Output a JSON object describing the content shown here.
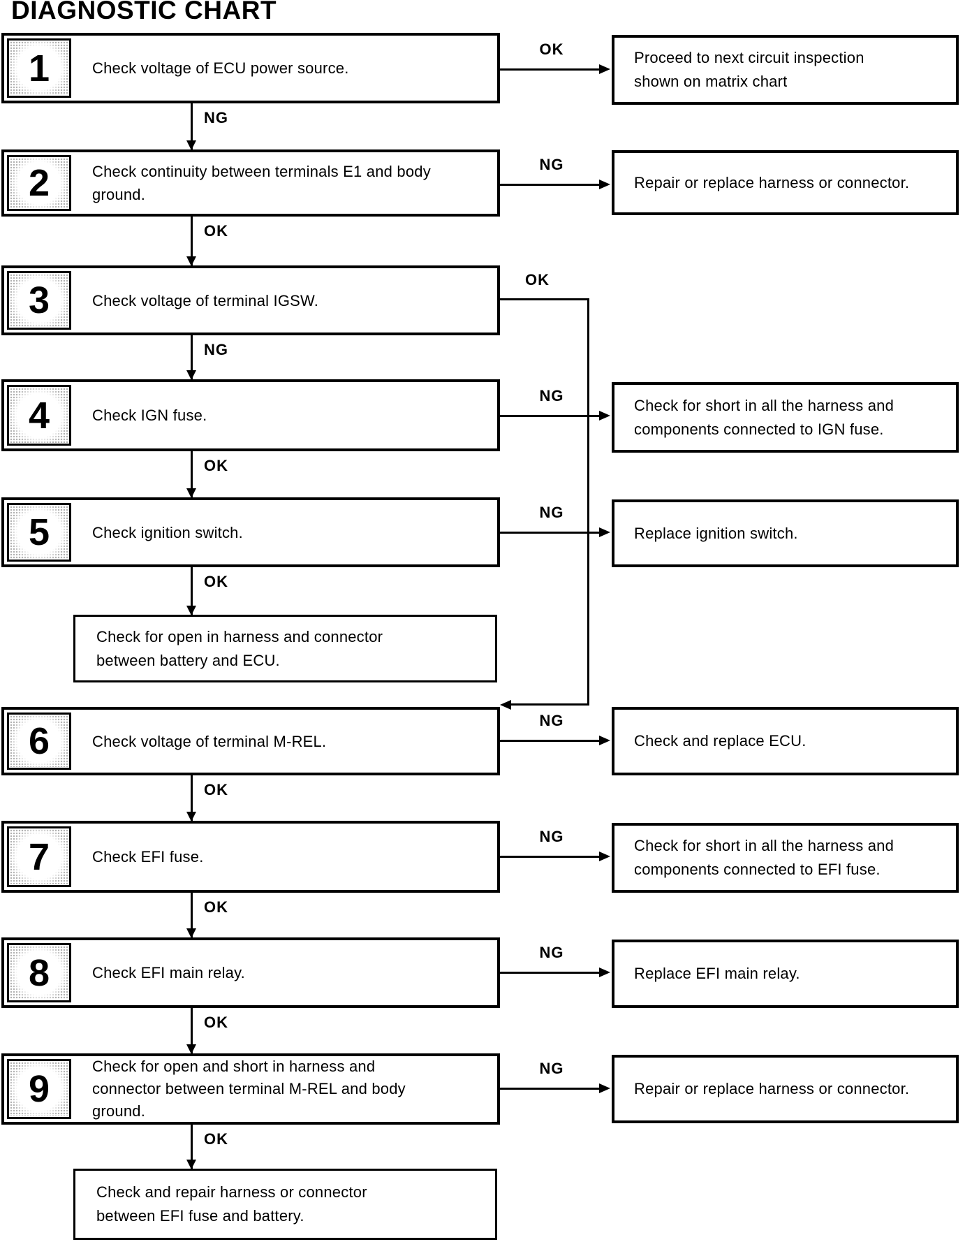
{
  "title": "DIAGNOSTIC CHART",
  "colors": {
    "ink": "#000000",
    "paper": "#ffffff"
  },
  "steps": [
    {
      "number": "1",
      "text": "Check voltage of ECU power source.",
      "down_label": "NG",
      "side_label": "OK",
      "side_result": "Proceed to next circuit inspection shown on matrix chart"
    },
    {
      "number": "2",
      "text": "Check continuity between terminals E1 and body ground.",
      "down_label": "OK",
      "side_label": "NG",
      "side_result": "Repair or replace harness or connector."
    },
    {
      "number": "3",
      "text": "Check voltage of terminal IGSW.",
      "down_label": "NG",
      "side_label": "OK",
      "side_result": ""
    },
    {
      "number": "4",
      "text": "Check IGN fuse.",
      "down_label": "OK",
      "side_label": "NG",
      "side_result": "Check for short in all the harness and components connected to IGN fuse."
    },
    {
      "number": "5",
      "text": "Check ignition switch.",
      "down_label": "OK",
      "side_label": "NG",
      "side_result": "Replace ignition switch."
    },
    {
      "number": "6",
      "text": "Check voltage of terminal M-REL.",
      "down_label": "OK",
      "side_label": "NG",
      "side_result": "Check and replace ECU."
    },
    {
      "number": "7",
      "text": "Check EFI fuse.",
      "down_label": "OK",
      "side_label": "NG",
      "side_result": "Check for short in all the harness and components connected to EFI fuse."
    },
    {
      "number": "8",
      "text": "Check EFI main relay.",
      "down_label": "OK",
      "side_label": "NG",
      "side_result": "Replace EFI main relay."
    },
    {
      "number": "9",
      "text": "Check for open and short in harness and connector between terminal M-REL and body ground.",
      "down_label": "OK",
      "side_label": "NG",
      "side_result": "Repair or replace harness or connector."
    }
  ],
  "terminal_boxes": {
    "after_step_5": "Check for open in harness and connector between battery and ECU.",
    "after_step_9": "Check and repair harness or connector between EFI fuse and battery."
  }
}
